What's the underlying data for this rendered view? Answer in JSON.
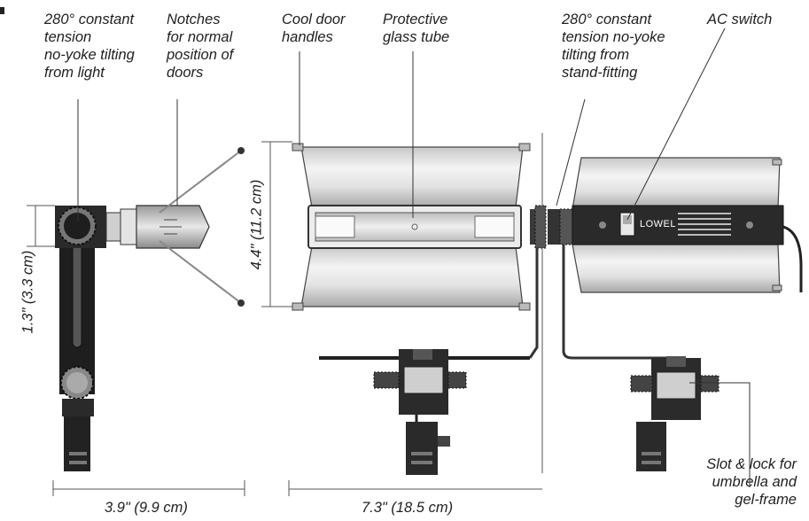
{
  "callouts": {
    "tilt_light": [
      "280° constant",
      "tension",
      "no-yoke tilting",
      "from light"
    ],
    "notches": [
      "Notches",
      "for normal",
      "position of",
      "doors"
    ],
    "door_handles": [
      "Cool door",
      "handles"
    ],
    "glass_tube": [
      "Protective",
      "glass tube"
    ],
    "tilt_stand": [
      "280° constant",
      "tension no-yoke",
      "tilting from",
      "stand-fitting"
    ],
    "ac_switch": [
      "AC switch"
    ],
    "slot_lock": [
      "Slot & lock for",
      "umbrella and",
      "gel-frame"
    ]
  },
  "dimensions": {
    "side_height": "1.3\" (3.3 cm)",
    "side_width": "3.9\" (9.9 cm)",
    "door_height": "4.4\" (11.2 cm)",
    "front_width": "7.3\" (18.5 cm)"
  },
  "brand": "LOWEL",
  "colors": {
    "line": "#333333",
    "body_dark": "#2a2a2a",
    "metal_light": "#e6e6e6",
    "metal_mid": "#b8b8b8"
  }
}
